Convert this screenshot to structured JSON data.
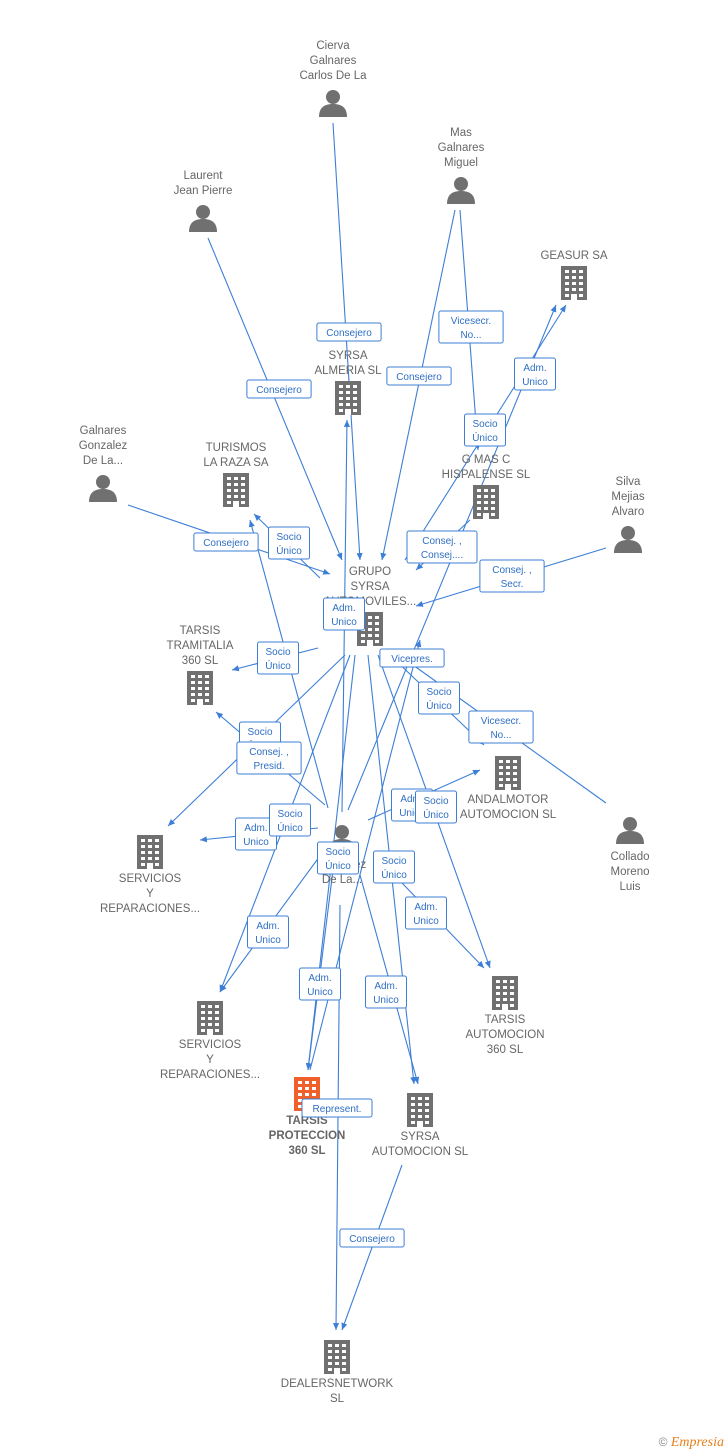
{
  "colors": {
    "edge": "#3d7fd6",
    "node": "#707070",
    "focus": "#f0602a"
  },
  "nodes": [
    {
      "id": "cierva",
      "type": "person",
      "label": [
        "Cierva",
        "Galnares",
        "Carlos De La"
      ]
    },
    {
      "id": "mas",
      "type": "person",
      "label": [
        "Mas",
        "Galnares",
        "Miguel"
      ]
    },
    {
      "id": "laurent",
      "type": "person",
      "label": [
        "Laurent",
        "Jean Pierre"
      ]
    },
    {
      "id": "geasur",
      "type": "company",
      "label": [
        "GEASUR SA"
      ]
    },
    {
      "id": "sysalm",
      "type": "company",
      "label": [
        "SYRSA",
        "ALMERIA  SL"
      ]
    },
    {
      "id": "galnares",
      "type": "person",
      "label": [
        "Galnares",
        "Gonzalez",
        "De La..."
      ]
    },
    {
      "id": "turismos",
      "type": "company",
      "label": [
        "TURISMOS",
        "LA RAZA SA"
      ]
    },
    {
      "id": "gmas",
      "type": "company",
      "label": [
        "G MAS C",
        "HISPALENSE SL"
      ]
    },
    {
      "id": "silva",
      "type": "person",
      "label": [
        "Silva",
        "Mejias",
        "Alvaro"
      ]
    },
    {
      "id": "grupo",
      "type": "company",
      "label": [
        "GRUPO",
        "SYRSA",
        "AUTOMOVILES..."
      ]
    },
    {
      "id": "tarsistram",
      "type": "company",
      "label": [
        "TARSIS",
        "TRAMITALIA",
        "360  SL"
      ]
    },
    {
      "id": "andalmotor",
      "type": "company",
      "label": [
        "ANDALMOTOR",
        "AUTOMOCION SL"
      ]
    },
    {
      "id": "collado",
      "type": "person",
      "label": [
        "Collado",
        "Moreno",
        "Luis"
      ]
    },
    {
      "id": "servicios1",
      "type": "company",
      "label": [
        "SERVICIOS",
        "Y",
        "REPARACIONES..."
      ]
    },
    {
      "id": "center",
      "type": "person",
      "label": [
        "Gonzalez",
        "De La..."
      ]
    },
    {
      "id": "tarsisauto",
      "type": "company",
      "label": [
        "TARSIS",
        "AUTOMOCION",
        "360  SL"
      ]
    },
    {
      "id": "servicios2",
      "type": "company",
      "label": [
        "SERVICIOS",
        "Y",
        "REPARACIONES..."
      ]
    },
    {
      "id": "tarsisprot",
      "type": "company",
      "focus": true,
      "label": [
        "TARSIS",
        "PROTECCION",
        "360  SL"
      ]
    },
    {
      "id": "sysauto",
      "type": "company",
      "label": [
        "SYRSA",
        "AUTOMOCION SL"
      ]
    },
    {
      "id": "dealers",
      "type": "company",
      "label": [
        "DEALERSNETWORK",
        "SL"
      ]
    }
  ],
  "edges": [
    {
      "from": "cierva",
      "to": "grupo"
    },
    {
      "from": "laurent",
      "to": "grupo"
    },
    {
      "from": "mas",
      "to": "grupo"
    },
    {
      "from": "mas",
      "to": "gmas"
    },
    {
      "from": "galnares",
      "to": "grupo"
    },
    {
      "from": "silva",
      "to": "grupo"
    },
    {
      "from": "collado",
      "to": "grupo"
    },
    {
      "from": "gmas",
      "to": "grupo"
    },
    {
      "from": "grupo",
      "to": "turismos"
    },
    {
      "from": "grupo",
      "to": "geasur"
    },
    {
      "from": "grupo",
      "to": "tarsistram"
    },
    {
      "from": "grupo",
      "to": "servicios1"
    },
    {
      "from": "grupo",
      "to": "servicios2"
    },
    {
      "from": "grupo",
      "to": "tarsisprot"
    },
    {
      "from": "grupo",
      "to": "sysauto"
    },
    {
      "from": "grupo",
      "to": "tarsisauto"
    },
    {
      "from": "grupo",
      "to": "andalmotor"
    },
    {
      "from": "center",
      "to": "sysalm"
    },
    {
      "from": "center",
      "to": "turismos"
    },
    {
      "from": "center",
      "to": "tarsistram"
    },
    {
      "from": "center",
      "to": "servicios1"
    },
    {
      "from": "center",
      "to": "servicios2"
    },
    {
      "from": "center",
      "to": "tarsisprot"
    },
    {
      "from": "center",
      "to": "sysauto"
    },
    {
      "from": "center",
      "to": "tarsisauto"
    },
    {
      "from": "center",
      "to": "dealers"
    },
    {
      "from": "center",
      "to": "geasur"
    },
    {
      "from": "center",
      "to": "andalmotor"
    },
    {
      "from": "sysauto",
      "to": "dealers"
    },
    {
      "from": "tarsisprot",
      "to": "grupo"
    }
  ],
  "edge_labels": [
    {
      "text": [
        "Consejero"
      ]
    },
    {
      "text": [
        "Vicesecr.",
        "No..."
      ]
    },
    {
      "text": [
        "Consejero"
      ]
    },
    {
      "text": [
        "Consejero"
      ]
    },
    {
      "text": [
        "Adm.",
        "Unico"
      ]
    },
    {
      "text": [
        "Socio",
        "Único"
      ]
    },
    {
      "text": [
        "Consejero"
      ]
    },
    {
      "text": [
        "Socio",
        "Único"
      ]
    },
    {
      "text": [
        "Consej. ,",
        "Consej...."
      ]
    },
    {
      "text": [
        "Consej. ,",
        "Secr."
      ]
    },
    {
      "text": [
        "Adm.",
        "Unico"
      ]
    },
    {
      "text": [
        "Socio",
        "Único"
      ]
    },
    {
      "text": [
        "Vicepres."
      ]
    },
    {
      "text": [
        "Socio",
        "Único"
      ]
    },
    {
      "text": [
        "Vicesecr.",
        "No..."
      ]
    },
    {
      "text": [
        "Socio",
        "Único"
      ]
    },
    {
      "text": [
        "Consej. ,",
        "Presid."
      ]
    },
    {
      "text": [
        "Adm.",
        "Unico"
      ]
    },
    {
      "text": [
        "Adm.",
        "Unico"
      ]
    },
    {
      "text": [
        "Socio",
        "Único"
      ]
    },
    {
      "text": [
        "Socio",
        "Único"
      ]
    },
    {
      "text": [
        "Socio",
        "Único"
      ]
    },
    {
      "text": [
        "Socio",
        "Único"
      ]
    },
    {
      "text": [
        "Adm.",
        "Unico"
      ]
    },
    {
      "text": [
        "Adm.",
        "Unico"
      ]
    },
    {
      "text": [
        "Adm.",
        "Unico"
      ]
    },
    {
      "text": [
        "Adm.",
        "Unico"
      ]
    },
    {
      "text": [
        "Represent."
      ]
    },
    {
      "text": [
        "Consejero"
      ]
    }
  ],
  "footer": {
    "copyright": "©",
    "brand": "Empresia"
  }
}
